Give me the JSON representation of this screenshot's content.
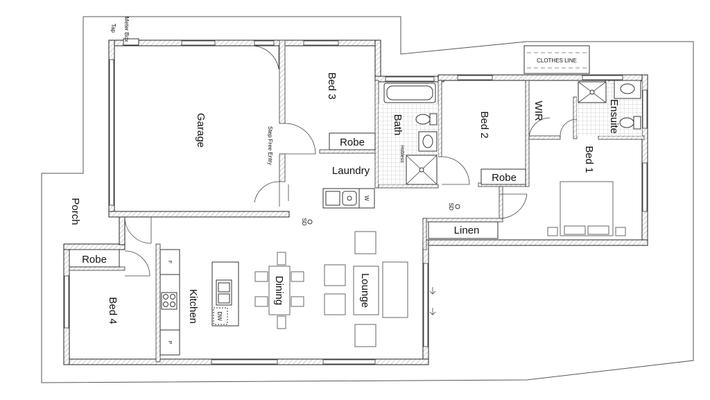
{
  "rooms": {
    "garage": "Garage",
    "bed3": "Bed 3",
    "bath": "Bath",
    "bed2": "Bed 2",
    "wir": "WIR",
    "ensuite": "Ensuite",
    "bed1": "Bed 1",
    "laundry": "Laundry",
    "porch": "Porch",
    "bed4": "Bed 4",
    "kitchen": "Kitchen",
    "dining": "Dining",
    "lounge": "Lounge",
    "linen": "Linen"
  },
  "fixtures": {
    "robe_bed3": "Robe",
    "robe_bed2": "Robe",
    "robe_bed4": "Robe",
    "clothes_line": "CLOTHES LINE",
    "meter_box": "Meter Box",
    "tap": "Tap",
    "step_free_entry": "Step Free Entry",
    "hobless": "Hobless",
    "washer": "W",
    "dishwasher": "DW",
    "fridge": "F",
    "pantry": "P",
    "smoke_detector_1": "SD",
    "smoke_detector_2": "SD"
  }
}
